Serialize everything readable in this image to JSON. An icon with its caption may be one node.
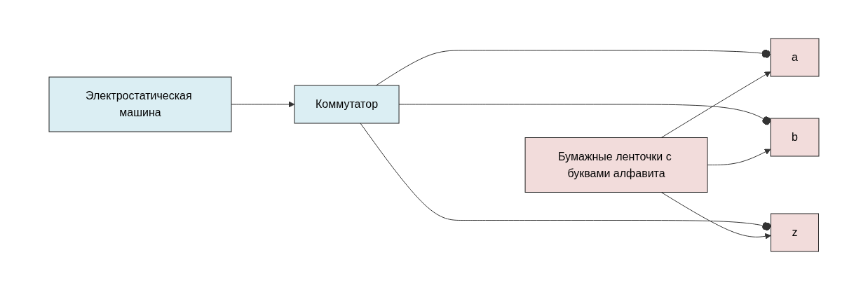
{
  "diagram": {
    "nodes": [
      {
        "text": [
          "Электростатическая машина"
        ]
      },
      {
        "text": [
          "Коммутатор"
        ]
      },
      {
        "text": [
          "a"
        ]
      },
      {
        "text": [
          "b"
        ]
      },
      {
        "text": [
          "z"
        ]
      },
      {
        "text": [
          "Бумажные ленточки с буквами алфавита"
        ]
      }
    ],
    "edges": [
      {
        "from": 0,
        "to": 1,
        "arrow": "to"
      },
      {
        "from": 1,
        "to": 2,
        "arrow": "other"
      },
      {
        "from": 1,
        "to": 3,
        "arrow": "other"
      },
      {
        "from": 1,
        "to": 4,
        "arrow": "other"
      },
      {
        "from": 5,
        "to": 2,
        "arrow": "to"
      },
      {
        "from": 5,
        "to": 3,
        "arrow": "to"
      },
      {
        "from": 5,
        "to": 4,
        "arrow": "to"
      }
    ]
  }
}
